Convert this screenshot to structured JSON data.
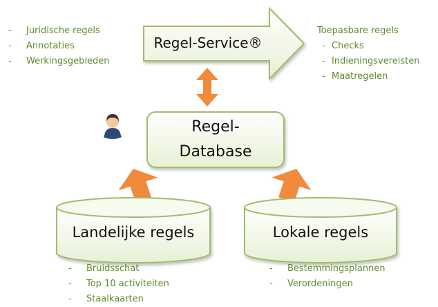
{
  "regel_service": {
    "label": "Regel-Service®"
  },
  "regel_database": {
    "line1": "Regel-",
    "line2": "Database"
  },
  "landelijke": {
    "label": "Landelijke regels",
    "items": [
      "Bruidsschat",
      "Top 10 activiteiten",
      "Staalkaarten"
    ]
  },
  "lokale": {
    "label": "Lokale regels",
    "items": [
      "Bestemmingsplannen",
      "Verordeningen"
    ]
  },
  "inputs": {
    "items": [
      "Juridische regels",
      "Annotaties",
      "Werkingsgebieden"
    ]
  },
  "outputs": {
    "title": "Toepasbare regels",
    "items": [
      "Checks",
      "Indieningsvereisten",
      "Maatregelen"
    ]
  },
  "dash": "-",
  "icons": {
    "user": "user-icon"
  },
  "colors": {
    "box_fill": "#eef5e0",
    "box_stroke": "#b7cf86",
    "arrow": "#f08a3c",
    "text_green": "#5e8a2e"
  }
}
